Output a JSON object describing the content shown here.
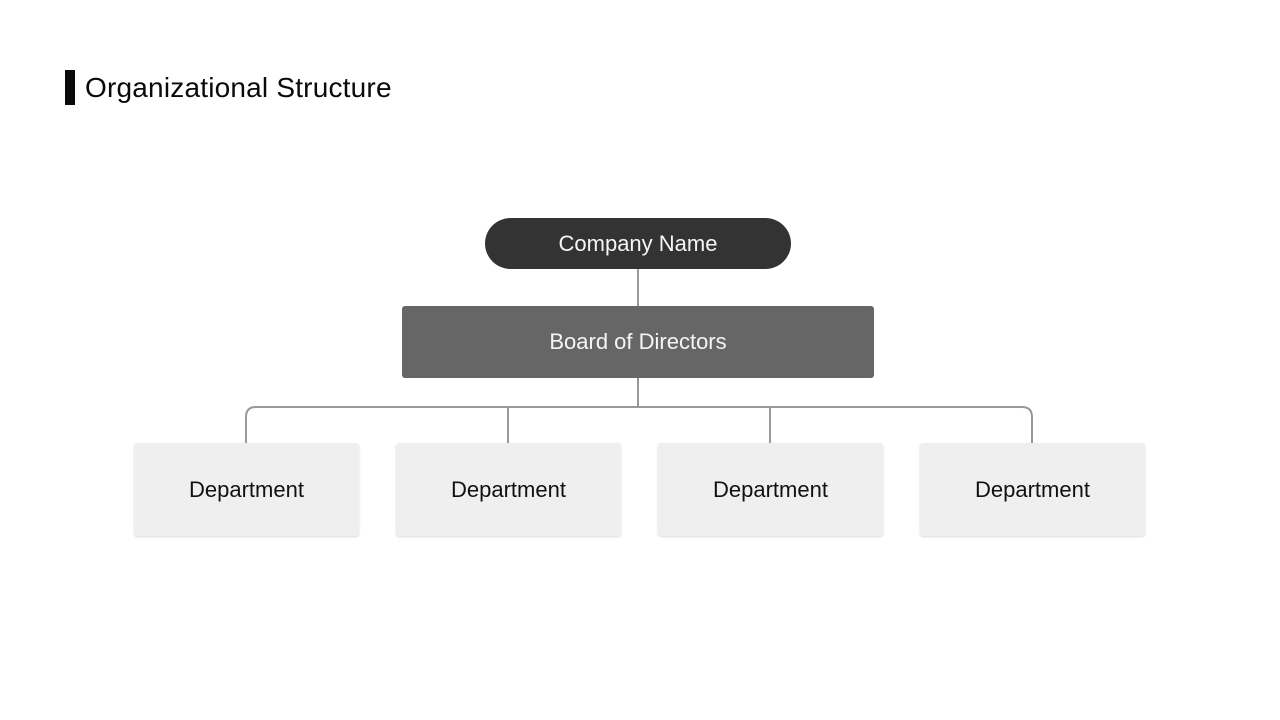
{
  "header": {
    "title": "Organizational Structure"
  },
  "org_chart": {
    "company": {
      "label": "Company Name"
    },
    "board": {
      "label": "Board of Directors"
    },
    "departments": [
      {
        "label": "Department"
      },
      {
        "label": "Department"
      },
      {
        "label": "Department"
      },
      {
        "label": "Department"
      }
    ],
    "colors": {
      "company_bg": "#333333",
      "board_bg": "#666666",
      "department_bg": "#efefef",
      "connector_line": "#999999",
      "light_text": "#f5f5f5",
      "dark_text": "#111111",
      "title_accent": "#0a0a0a"
    }
  }
}
